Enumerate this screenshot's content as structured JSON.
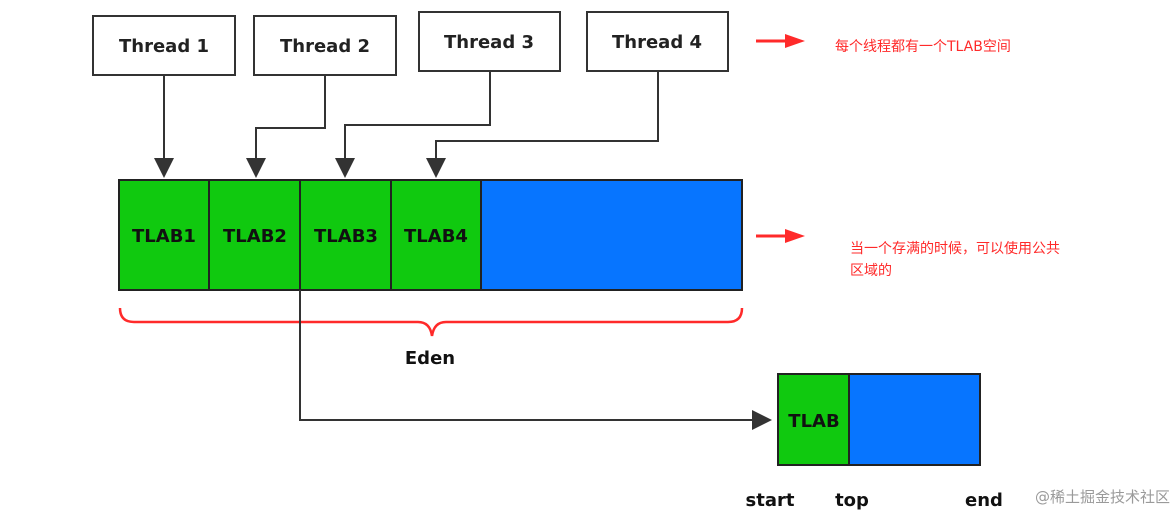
{
  "threads": [
    {
      "label": "Thread 1"
    },
    {
      "label": "Thread 2"
    },
    {
      "label": "Thread 3"
    },
    {
      "label": "Thread 4"
    }
  ],
  "eden": {
    "tlabs": [
      {
        "label": "TLAB1"
      },
      {
        "label": "TLAB2"
      },
      {
        "label": "TLAB3"
      },
      {
        "label": "TLAB4"
      }
    ],
    "label": "Eden"
  },
  "notes": {
    "per_thread": "每个线程都有一个TLAB空间",
    "full_line1": "当一个存满的时候，可以使用公共",
    "full_line2": "区域的"
  },
  "detail": {
    "tlab_label": "TLAB",
    "pointers": {
      "start": "start",
      "top": "top",
      "end": "end"
    }
  },
  "watermark": "@稀土掘金技术社区",
  "colors": {
    "tlab_green": "#10c90f",
    "eden_blue": "#0775ff",
    "annotation_red": "#ff2a2a",
    "line": "#333333"
  }
}
